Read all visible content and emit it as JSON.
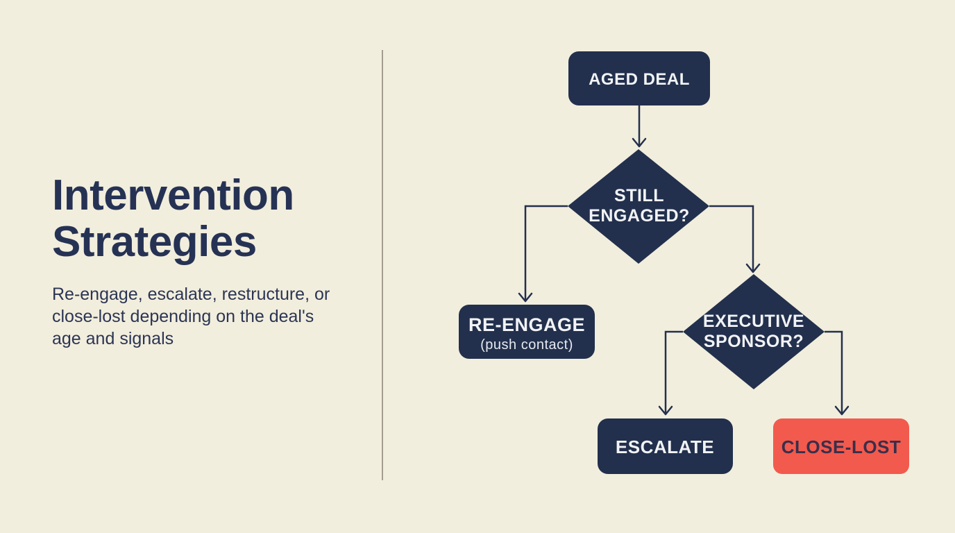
{
  "slide": {
    "title_line1": "Intervention",
    "title_line2": "Strategies",
    "subtitle": "Re-engage, escalate, restructure, or close-lost depending on the deal's age and signals"
  },
  "flowchart": {
    "aged_deal": {
      "label": "AGED DEAL"
    },
    "still_engaged": {
      "line1": "STILL",
      "line2": "ENGAGED?"
    },
    "re_engage": {
      "label": "RE-ENGAGE",
      "sublabel": "(push contact)"
    },
    "executive_sponsor": {
      "line1": "EXECUTIVE",
      "line2": "SPONSOR?"
    },
    "escalate": {
      "label": "ESCALATE"
    },
    "close_lost": {
      "label": "CLOSE-LOST"
    },
    "edges": [
      {
        "from": "aged_deal",
        "to": "still_engaged"
      },
      {
        "from": "still_engaged",
        "to": "re_engage"
      },
      {
        "from": "still_engaged",
        "to": "executive_sponsor"
      },
      {
        "from": "executive_sponsor",
        "to": "escalate"
      },
      {
        "from": "executive_sponsor",
        "to": "close_lost"
      }
    ]
  },
  "colors": {
    "background": "#f2eedd",
    "node_navy": "#22304d",
    "node_red": "#f25a4d",
    "connector": "#23304d",
    "node_text_light": "#f2f3f6",
    "close_lost_text": "#3a2e4a",
    "title_text": "#263254",
    "divider": "#a39d90"
  }
}
